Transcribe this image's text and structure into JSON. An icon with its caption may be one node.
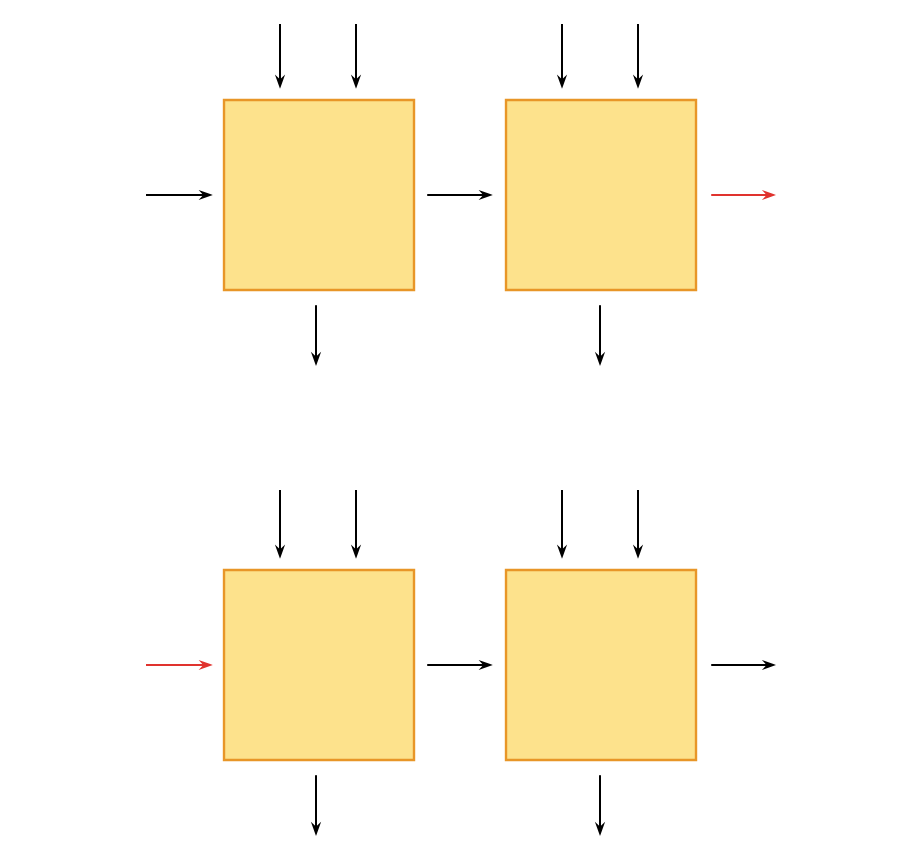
{
  "diagram": {
    "nodes": [
      {
        "text": [],
        "shape": "box"
      },
      {
        "text": [],
        "shape": "box"
      },
      {
        "text": [],
        "shape": "box"
      },
      {
        "text": [],
        "shape": "box"
      }
    ],
    "edges": [
      {
        "from": null,
        "to": 0,
        "arrow": "to"
      },
      {
        "from": null,
        "to": 0,
        "arrow": "to"
      },
      {
        "from": null,
        "to": 0,
        "arrow": "to"
      },
      {
        "from": 0,
        "to": 1,
        "arrow": "to"
      },
      {
        "from": 0,
        "to": null,
        "arrow": "to"
      },
      {
        "from": null,
        "to": 1,
        "arrow": "to"
      },
      {
        "from": null,
        "to": 1,
        "arrow": "to"
      },
      {
        "from": 1,
        "to": null,
        "arrow": "to",
        "color": "#e0332e"
      },
      {
        "from": 1,
        "to": null,
        "arrow": "to"
      },
      {
        "from": null,
        "to": 2,
        "arrow": "to"
      },
      {
        "from": null,
        "to": 2,
        "arrow": "to"
      },
      {
        "from": null,
        "to": 2,
        "arrow": "to",
        "color": "#e0332e"
      },
      {
        "from": 2,
        "to": 3,
        "arrow": "to"
      },
      {
        "from": 2,
        "to": null,
        "arrow": "to"
      },
      {
        "from": null,
        "to": 3,
        "arrow": "to"
      },
      {
        "from": null,
        "to": 3,
        "arrow": "to"
      },
      {
        "from": 3,
        "to": null,
        "arrow": "to"
      },
      {
        "from": 3,
        "to": null,
        "arrow": "to"
      }
    ]
  }
}
